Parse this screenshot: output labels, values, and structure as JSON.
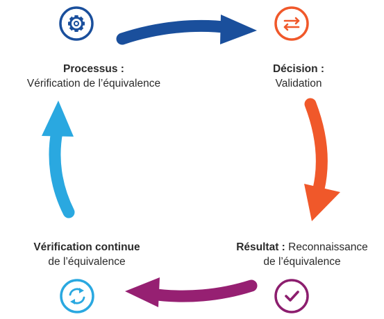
{
  "steps": {
    "process": {
      "title": "Processus :",
      "text": "Vérification de l’équivalence",
      "icon": "gear-icon",
      "color": "#1a4f9c"
    },
    "decision": {
      "title": "Décision :",
      "text": "Validation",
      "icon": "exchange-arrows-icon",
      "color": "#f0582a"
    },
    "result": {
      "title": "Résultat :",
      "text_inline": "Reconnaissance",
      "text": "de l’équivalence",
      "icon": "checkmark-icon",
      "color": "#8c1e6e"
    },
    "continuous": {
      "title": "Vérification continue",
      "text": "de l’équivalence",
      "icon": "refresh-cycle-icon",
      "color": "#2aa8e0"
    }
  },
  "colors": {
    "navy": "#1a4f9c",
    "orange": "#f0582a",
    "purple": "#962072",
    "sky": "#2aa8e0"
  }
}
